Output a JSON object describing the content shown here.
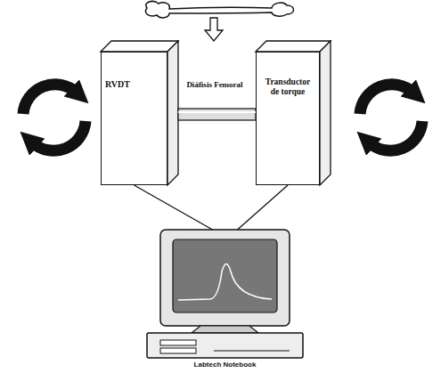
{
  "diagram": {
    "nodes": [
      {
        "text": [
          "RVDT"
        ]
      },
      {
        "text": [
          "Diáfisis Femoral"
        ]
      },
      {
        "text": [
          "Transductor de torque"
        ]
      },
      {
        "text": [
          "Labtech Notebook"
        ]
      }
    ],
    "edges": [
      {
        "from": 0,
        "to": 3,
        "arrow": "none"
      },
      {
        "from": 2,
        "to": 3,
        "arrow": "none"
      }
    ]
  }
}
